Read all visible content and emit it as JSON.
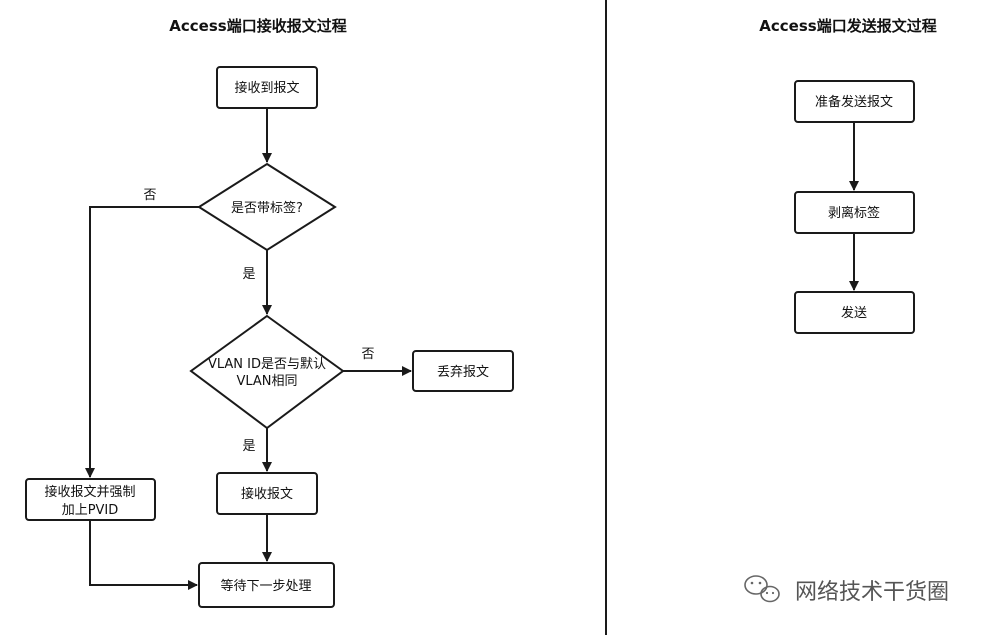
{
  "colors": {
    "stroke": "#1a1a1a",
    "text": "#111111",
    "watermark": "#555555"
  },
  "left": {
    "title": "Access端口接收报文过程",
    "nodes": {
      "receive": "接收到报文",
      "tagged_q": "是否带标签?",
      "vlan_q_line1": "VLAN ID是否与默认",
      "vlan_q_line2": "VLAN相同",
      "discard": "丢弃报文",
      "accept": "接收报文",
      "force_pvid_line1": "接收报文并强制",
      "force_pvid_line2": "加上PVID",
      "wait": "等待下一步处理"
    },
    "edges": {
      "tagged_no": "否",
      "tagged_yes": "是",
      "vlan_no": "否",
      "vlan_yes": "是"
    }
  },
  "right": {
    "title": "Access端口发送报文过程",
    "nodes": {
      "prepare": "准备发送报文",
      "strip": "剥离标签",
      "send": "发送"
    }
  },
  "watermark": {
    "text": "网络技术干货圈",
    "icon": "wechat-icon"
  }
}
